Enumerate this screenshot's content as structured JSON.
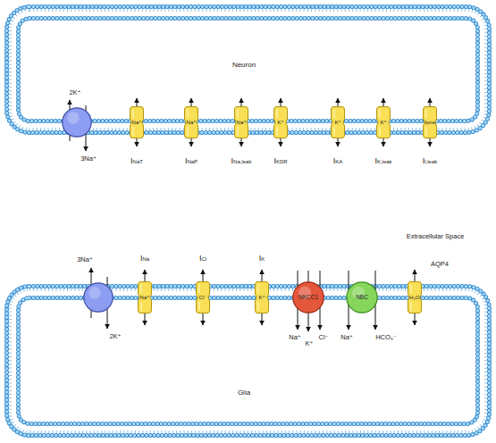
{
  "diagram": {
    "nodes": [
      {
        "text": [
          "Neuron"
        ]
      },
      {
        "text": [
          "2K⁺",
          "3Na⁺"
        ],
        "in": 0
      },
      {
        "text": [
          "Na⁺",
          "INaT"
        ],
        "in": 0
      },
      {
        "text": [
          "Na⁺",
          "INaP"
        ],
        "in": 0
      },
      {
        "text": [
          "Na⁺",
          "INa,leak"
        ],
        "in": 0
      },
      {
        "text": [
          "K⁺",
          "IKDR"
        ],
        "in": 0
      },
      {
        "text": [
          "K⁺",
          "IKA"
        ],
        "in": 0
      },
      {
        "text": [
          "K⁺",
          "IK,leak"
        ],
        "in": 0
      },
      {
        "text": [
          "Ions",
          "Il,leak"
        ],
        "in": 0
      },
      {
        "text": [
          "Glia"
        ]
      },
      {
        "text": [
          "3Na⁺",
          "2K⁺"
        ],
        "in": 9
      },
      {
        "text": [
          "INa",
          "Na⁺"
        ],
        "in": 9
      },
      {
        "text": [
          "ICl",
          "Cl⁻"
        ],
        "in": 9
      },
      {
        "text": [
          "IK",
          "K⁺"
        ],
        "in": 9
      },
      {
        "text": [
          "NKCC1",
          "Na⁺",
          "K⁺",
          "Cl⁻"
        ],
        "in": 9
      },
      {
        "text": [
          "NBC",
          "Na⁺",
          "HCO₃⁻"
        ],
        "in": 9
      },
      {
        "text": [
          "H₂O",
          "AQP4"
        ],
        "in": 9
      }
    ],
    "labels": [
      "Extracellular Space"
    ]
  }
}
